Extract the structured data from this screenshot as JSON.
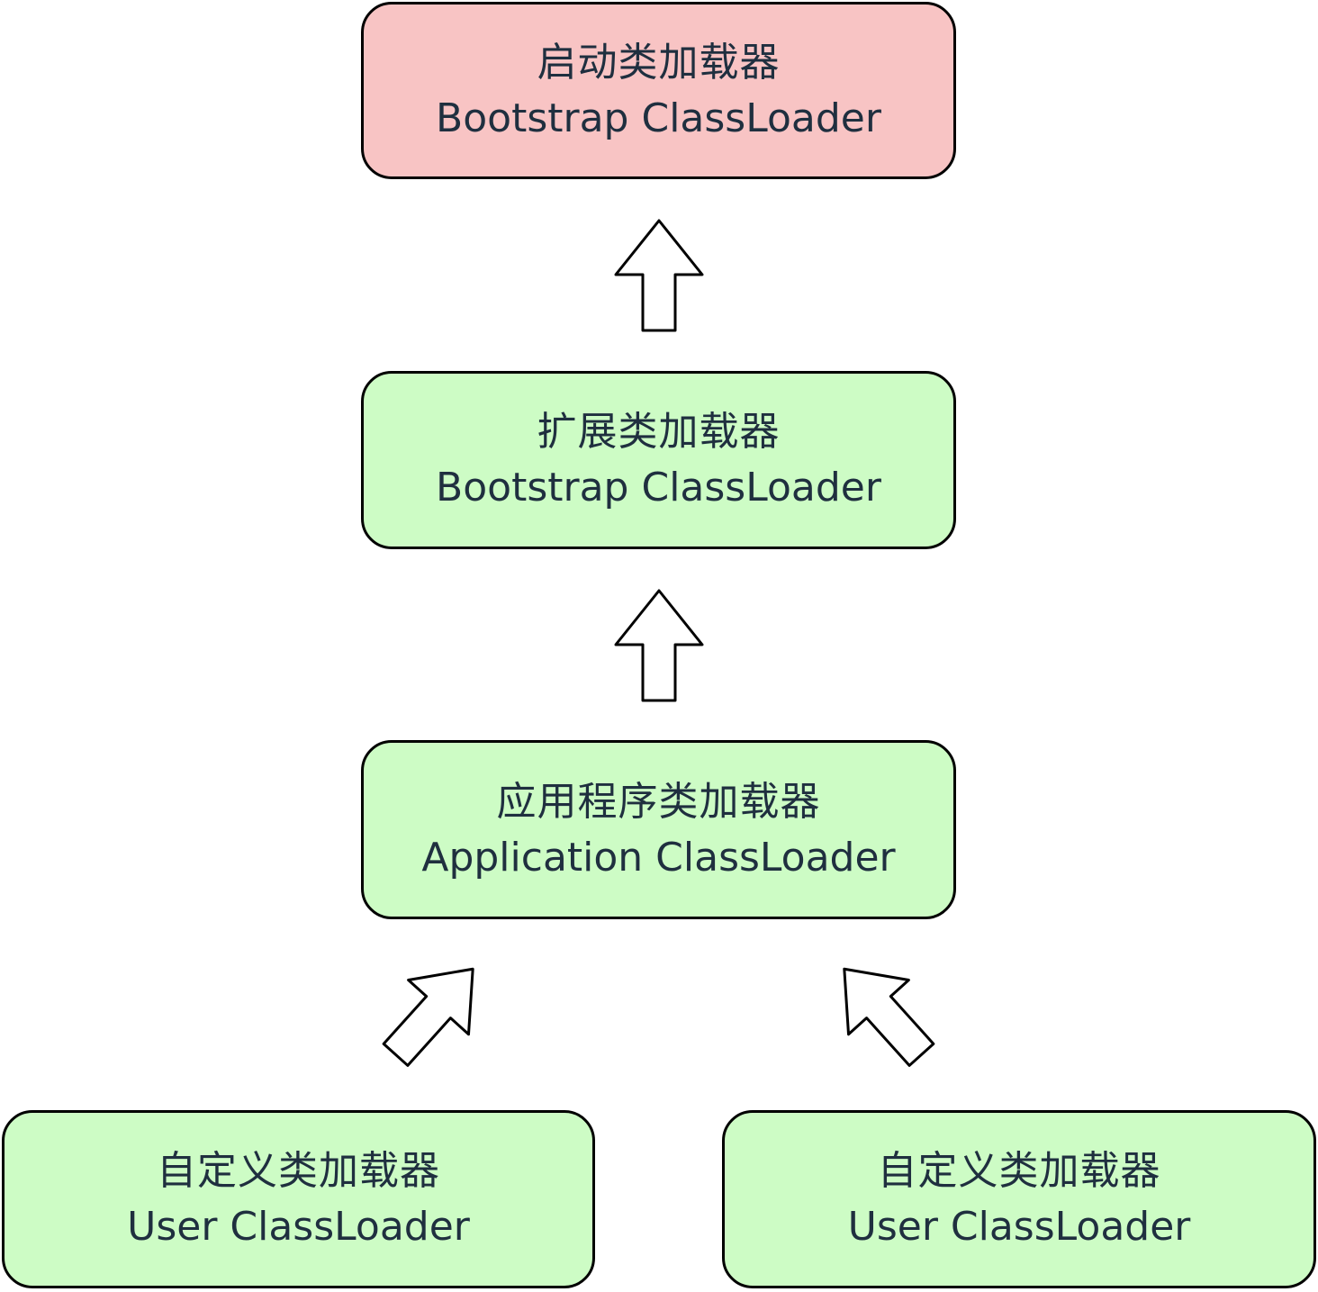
{
  "nodes": {
    "bootstrap": {
      "cn": "启动类加载器",
      "en": "Bootstrap ClassLoader",
      "color": "#f8c4c4"
    },
    "extension": {
      "cn": "扩展类加载器",
      "en": "Bootstrap ClassLoader",
      "color": "#cdfcc5"
    },
    "application": {
      "cn": "应用程序类加载器",
      "en": "Application ClassLoader",
      "color": "#cdfcc5"
    },
    "user_left": {
      "cn": "自定义类加载器",
      "en": "User ClassLoader",
      "color": "#cdfcc5"
    },
    "user_right": {
      "cn": "自定义类加载器",
      "en": "User ClassLoader",
      "color": "#cdfcc5"
    }
  },
  "edges": [
    {
      "from": "extension",
      "to": "bootstrap",
      "icon": "hollow-arrow-up-icon"
    },
    {
      "from": "application",
      "to": "extension",
      "icon": "hollow-arrow-up-icon"
    },
    {
      "from": "user_left",
      "to": "application",
      "icon": "hollow-arrow-up-right-icon"
    },
    {
      "from": "user_right",
      "to": "application",
      "icon": "hollow-arrow-up-left-icon"
    }
  ]
}
